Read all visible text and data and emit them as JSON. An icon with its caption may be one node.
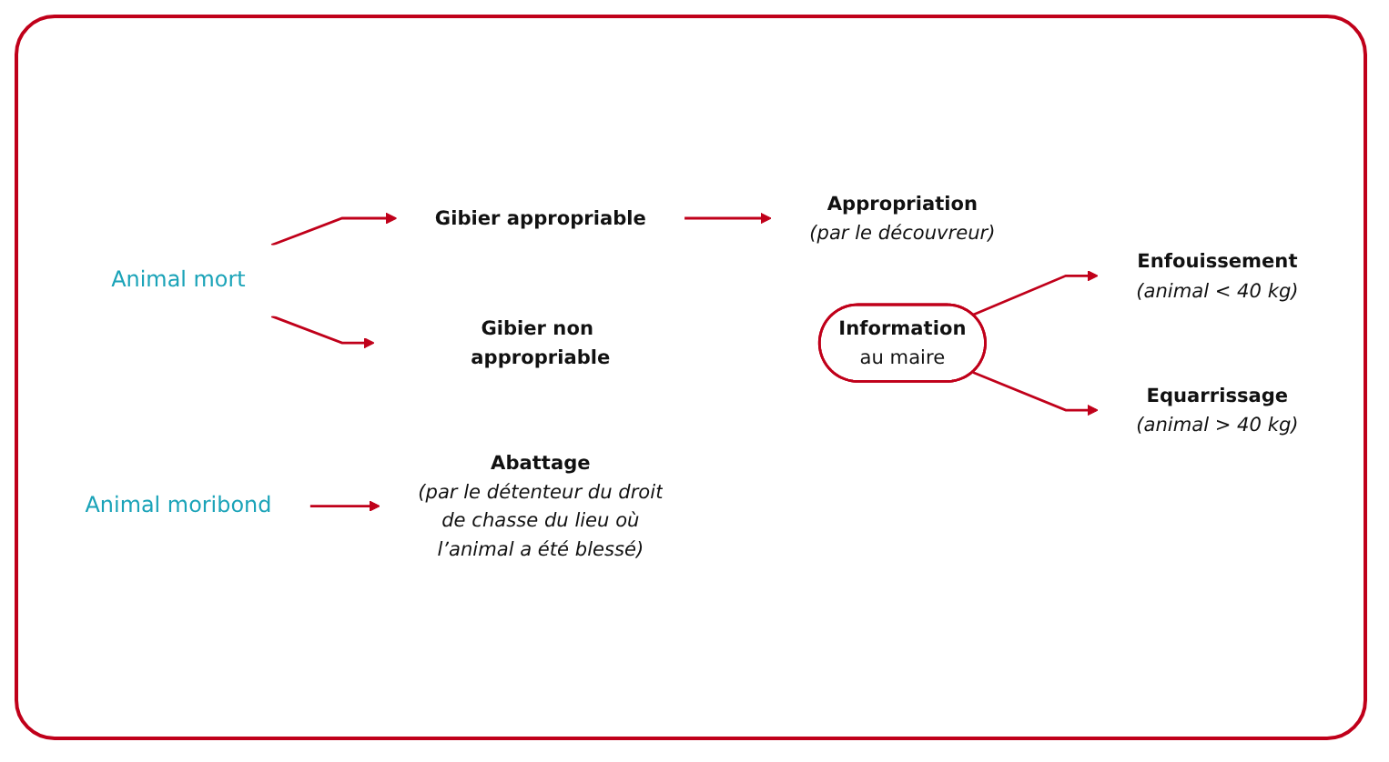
{
  "diagram": {
    "nodes": [
      {
        "text": [
          "Animal mort"
        ]
      },
      {
        "text": [
          "Gibier appropriable"
        ]
      },
      {
        "text": [
          "Appropriation",
          "(par le découvreur)"
        ]
      },
      {
        "text": [
          "Gibier non appropriable"
        ]
      },
      {
        "text": [
          "Information",
          "au maire"
        ]
      },
      {
        "text": [
          "Enfouissement",
          "(animal < 40 kg)"
        ]
      },
      {
        "text": [
          "Equarrissage",
          "(animal > 40 kg)"
        ]
      },
      {
        "text": [
          "Animal moribond"
        ]
      },
      {
        "text": [
          "Abattage",
          "(par le détenteur du droit de chasse du lieu où l’animal a été blessé)"
        ]
      }
    ],
    "edges": [
      {
        "from": 0,
        "to": 1,
        "arrow": "to"
      },
      {
        "from": 0,
        "to": 3,
        "arrow": "to"
      },
      {
        "from": 1,
        "to": 2,
        "arrow": "to"
      },
      {
        "from": 4,
        "to": 5,
        "arrow": "to"
      },
      {
        "from": 4,
        "to": 6,
        "arrow": "to"
      },
      {
        "from": 7,
        "to": 8,
        "arrow": "to"
      }
    ]
  }
}
